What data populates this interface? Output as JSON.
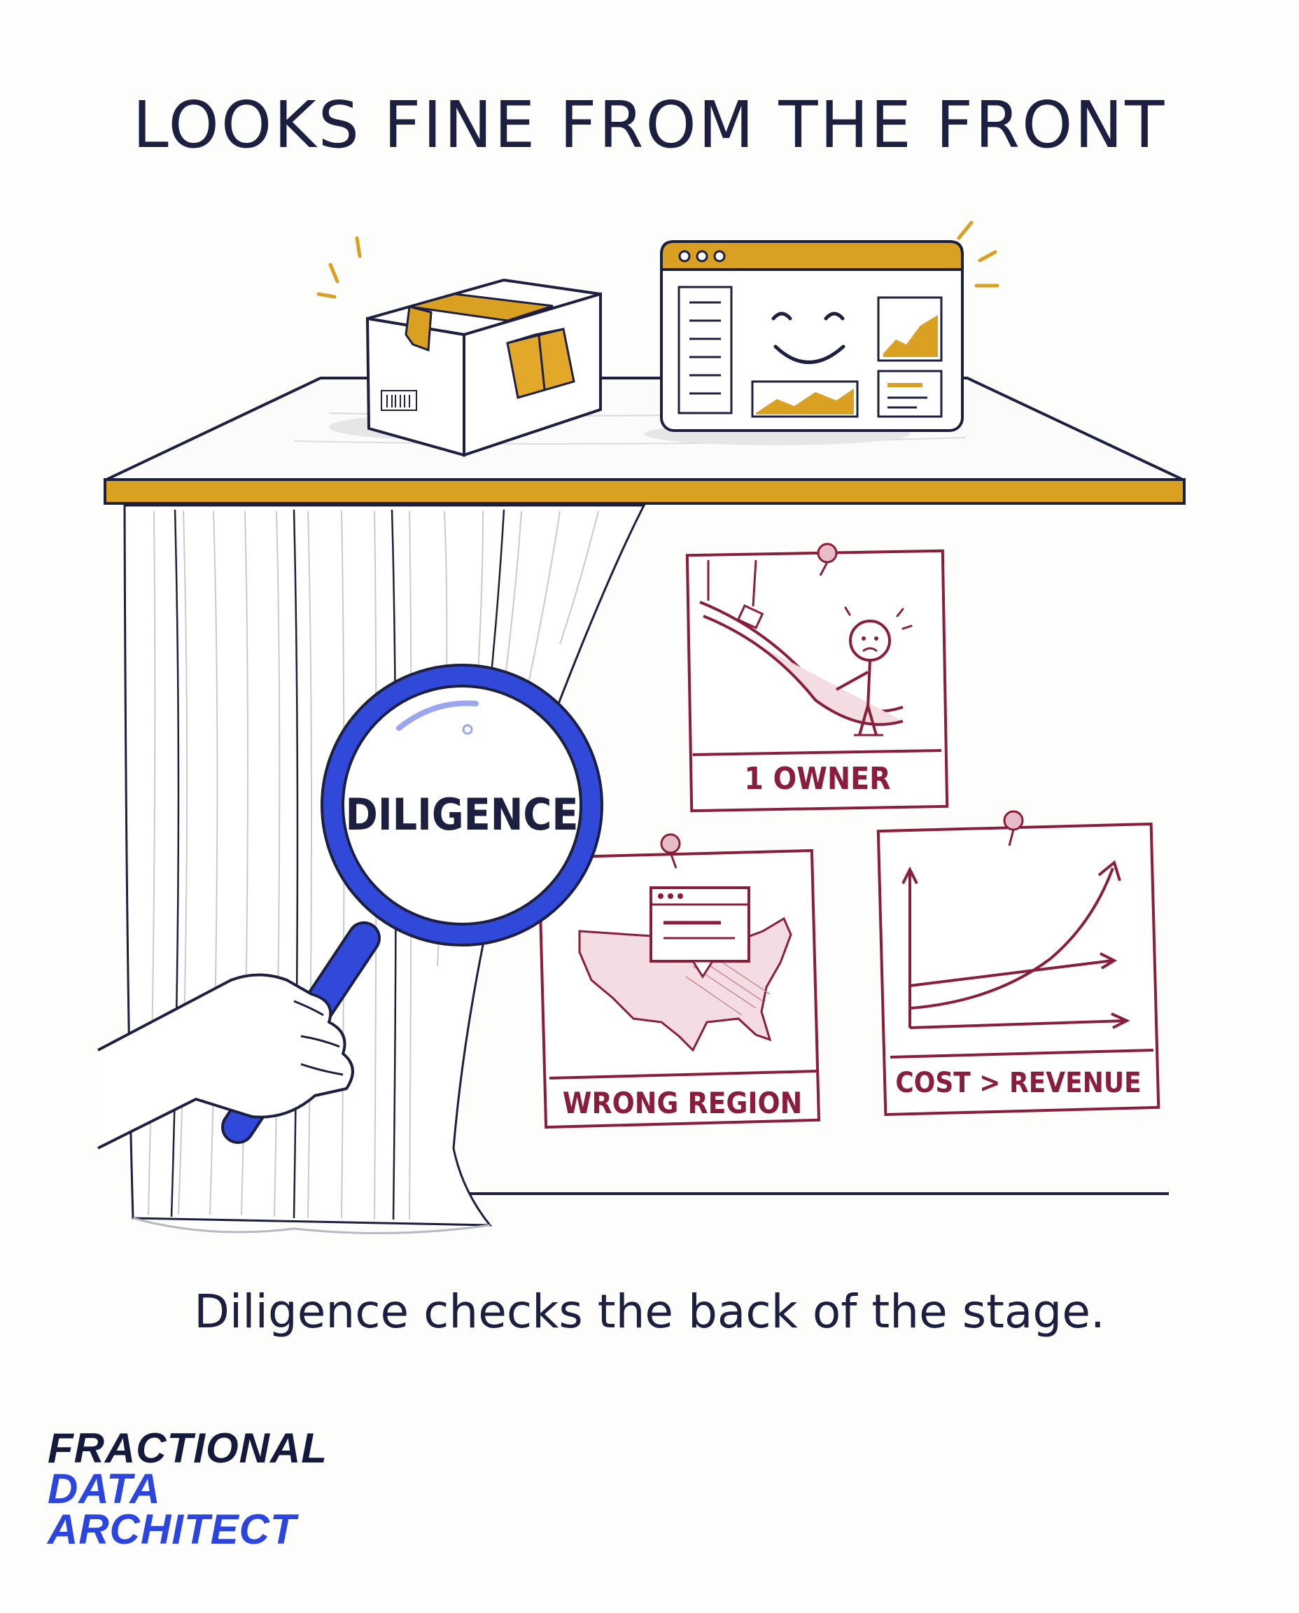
{
  "title": "LOOKS FINE FROM THE FRONT",
  "magnifier": {
    "label": "DILIGENCE",
    "icon": "magnifying-glass-icon"
  },
  "notes": [
    {
      "label": "1 OWNER",
      "icon": "person-holding-pipe-icon"
    },
    {
      "label": "WRONG REGION",
      "icon": "us-map-icon"
    },
    {
      "label": "COST > REVENUE",
      "icon": "diverging-growth-chart-icon"
    }
  ],
  "caption": "Diligence checks the back of the stage.",
  "brand": {
    "line1": "FRACTIONAL",
    "line2": "DATA",
    "line3": "ARCHITECT"
  },
  "colors": {
    "ink": "#1c1f3f",
    "gold": "#d9a021",
    "crimson": "#8b1d3c",
    "blue": "#2b45de"
  }
}
